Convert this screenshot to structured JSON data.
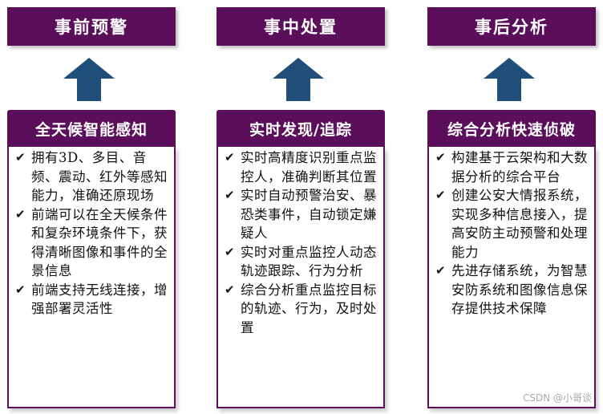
{
  "columns": [
    {
      "phase": "事前预警",
      "capability": "全天候智能感知",
      "items": [
        "拥有3D、多目、音频、震动、红外等感知能力，准确还原现场",
        "前端可以在全天候条件和复杂环境条件下，获得清晰图像和事件的全景信息",
        "前端支持无线连接，增强部署灵活性"
      ]
    },
    {
      "phase": "事中处置",
      "capability": "实时发现/追踪",
      "items": [
        "实时高精度识别重点监控人，准确判断其位置",
        "实时自动预警治安、暴恐类事件，自动锁定嫌疑人",
        "实时对重点监控人动态轨迹跟踪、行为分析",
        "综合分析重点监控目标的轨迹、行为，及时处置"
      ]
    },
    {
      "phase": "事后分析",
      "capability": "综合分析快速侦破",
      "items": [
        "构建基于云架构和大数据分析的综合平台",
        "创建公安大情报系统，实现多种信息接入，提高安防主动预警和处理能力",
        "先进存储系统，为智慧安防系统和图像信息保存提供技术保障"
      ]
    }
  ],
  "icons": {
    "check": "✔",
    "arrow": "up-arrow-icon"
  },
  "colors": {
    "box": "#5b0f5b",
    "arrow": "#1f4e79"
  },
  "watermark": "CSDN @小哥谈"
}
